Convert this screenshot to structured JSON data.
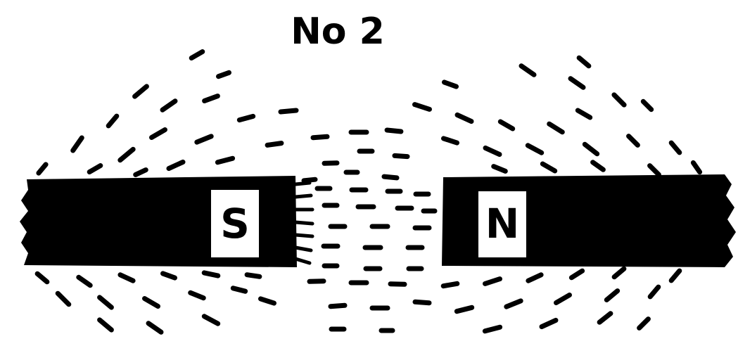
{
  "title": "No 2",
  "magnets": {
    "left_pole_label": "S",
    "right_pole_label": "N"
  },
  "colors": {
    "ink": "#000000",
    "paper": "#ffffff"
  }
}
